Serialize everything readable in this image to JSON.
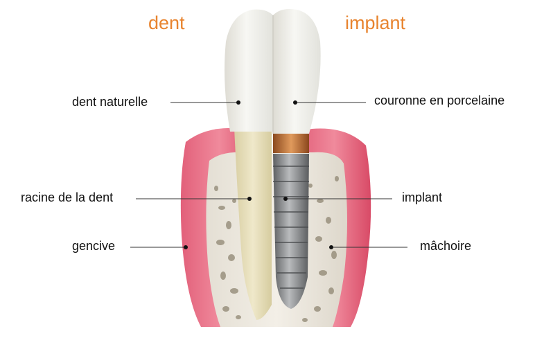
{
  "headers": {
    "left": "dent",
    "right": "implant"
  },
  "labels": {
    "natural_tooth": "dent naturelle",
    "porcelain_crown": "couronne en porcelaine",
    "tooth_root": "racine de la dent",
    "implant": "implant",
    "gum": "gencive",
    "jaw": "mâchoire"
  },
  "colors": {
    "header_accent": "#e8842f",
    "gum": "#dc4f6a",
    "bone": "#ece7dc",
    "root": "#e8dfbf",
    "crown": "#f4f4f0",
    "implant_metal": "#8a8c8e",
    "abutment": "#b8672e"
  }
}
